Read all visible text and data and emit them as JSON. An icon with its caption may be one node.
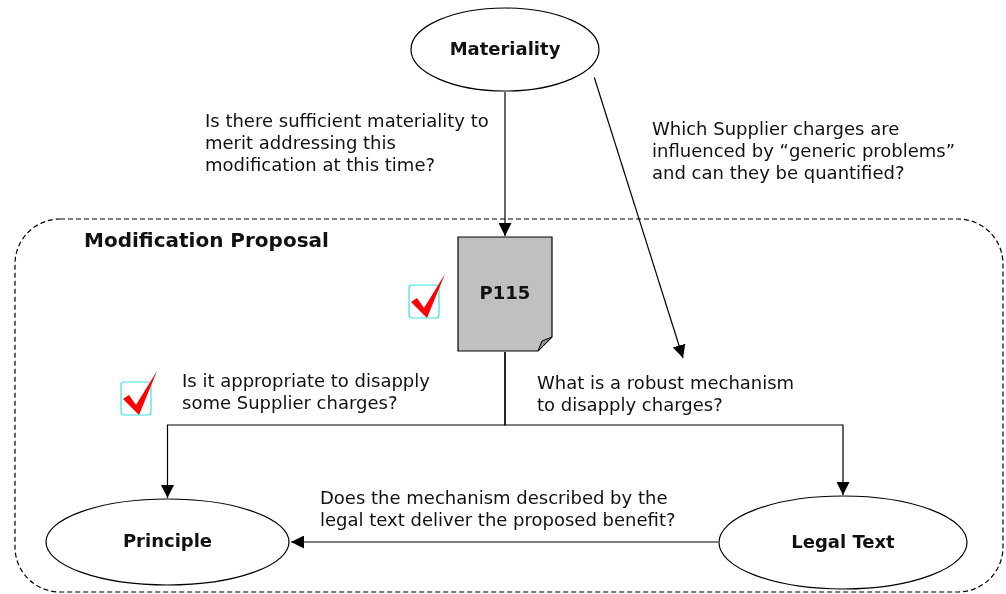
{
  "diagram": {
    "nodes": [
      {
        "text": [
          "Materiality"
        ]
      },
      {
        "text": [
          "Modification Proposal"
        ]
      },
      {
        "text": [
          "P115"
        ],
        "in": 1
      },
      {
        "text": [
          "Principle"
        ],
        "in": 1
      },
      {
        "text": [
          "Legal Text"
        ],
        "in": 1
      }
    ],
    "edges": [
      {
        "from": 0,
        "to": 2,
        "arrow": "to",
        "label": "Is there sufficient materiality to merit addressing this modification at this time?"
      },
      {
        "from": 0,
        "to": null,
        "arrow": "to",
        "label": "Which Supplier charges are influenced by “generic problems” and can they be quantified?"
      },
      {
        "from": 2,
        "to": 3,
        "arrow": "to",
        "label": "Is it appropriate to disapply some Supplier charges?"
      },
      {
        "from": 2,
        "to": 4,
        "arrow": "to",
        "label": "What is a robust mechanism to disapply charges?"
      },
      {
        "from": 4,
        "to": 3,
        "arrow": "to",
        "label": "Does the mechanism described by the legal text deliver the proposed benefit?"
      }
    ]
  }
}
